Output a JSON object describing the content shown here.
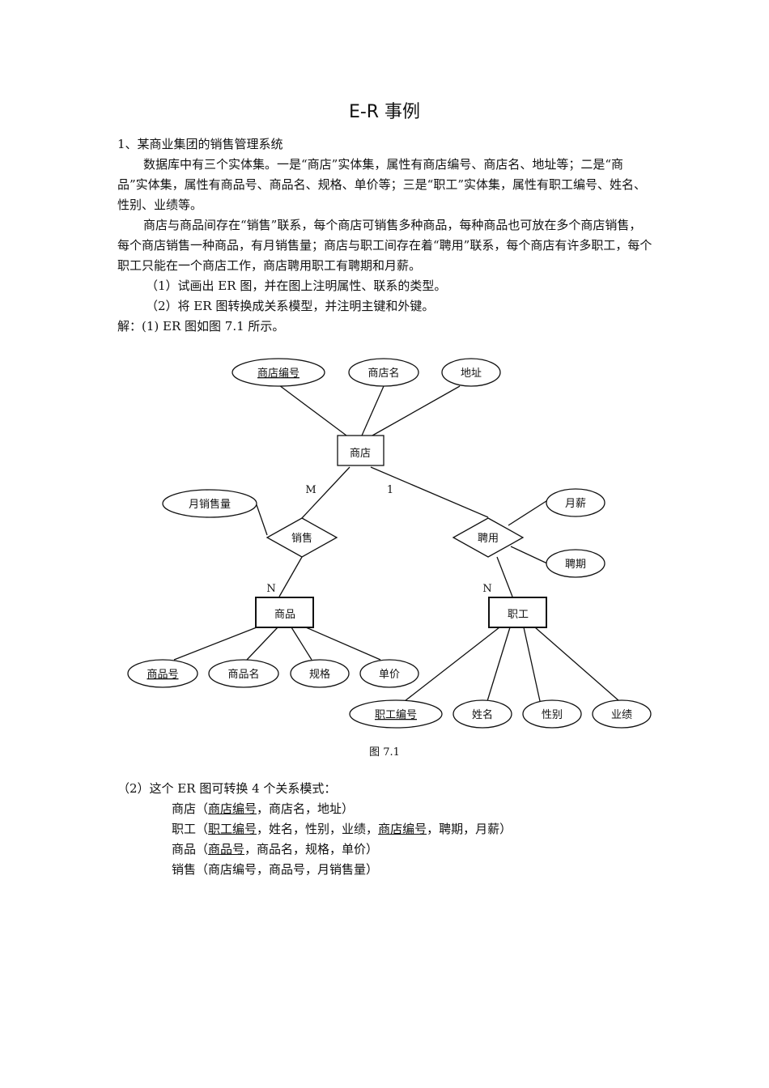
{
  "title": "E-R 事例",
  "question": {
    "heading": "1、某商业集团的销售管理系统",
    "para1": "数据库中有三个实体集。一是“商店”实体集，属性有商店编号、商店名、地址等；二是“商品”实体集，属性有商品号、商品名、规格、单价等；三是“职工”实体集，属性有职工编号、姓名、性别、业绩等。",
    "para2": "商店与商品间存在“销售”联系，每个商店可销售多种商品，每种商品也可放在多个商店销售，每个商店销售一种商品，有月销售量；商店与职工间存在着“聘用”联系，每个商店有许多职工，每个职工只能在一个商店工作，商店聘用职工有聘期和月薪。",
    "task1": "（1）试画出 ER 图，并在图上注明属性、联系的类型。",
    "task2": "（2）将 ER 图转换成关系模型，并注明主键和外键。"
  },
  "answer_intro": "解：(1) ER 图如图 7.1 所示。",
  "diagram": {
    "entities": {
      "store": "商店",
      "goods": "商品",
      "staff": "职工"
    },
    "relationships": {
      "sale": "销售",
      "hire": "聘用"
    },
    "attributes": {
      "store_id": "商店编号",
      "store_name": "商店名",
      "address": "地址",
      "monthly_sales": "月销售量",
      "salary": "月薪",
      "period": "聘期",
      "goods_id": "商品号",
      "goods_name": "商品名",
      "spec": "规格",
      "price": "单价",
      "staff_id": "职工编号",
      "staff_name": "姓名",
      "gender": "性别",
      "performance": "业绩"
    },
    "cardinality": {
      "store_sale": "M",
      "store_hire": "1",
      "sale_goods": "N",
      "hire_staff": "N"
    }
  },
  "figure_caption": "图 7.1",
  "part2": {
    "intro": "（2）这个 ER 图可转换 4 个关系模式：",
    "store": {
      "name": "商店",
      "open": "（",
      "key": "商店编号",
      "rest": "，商店名，地址）"
    },
    "staff": {
      "name": "职工",
      "open": "（",
      "key": "职工编号",
      "mid": "，姓名，性别，业绩，",
      "fk": "商店编号",
      "rest": "，聘期，月薪）"
    },
    "goods": {
      "name": "商品",
      "open": "（",
      "key": "商品号",
      "rest": "，商品名，规格，单价）"
    },
    "sale": {
      "text": "销售（商店编号，商品号，月销售量）"
    }
  }
}
